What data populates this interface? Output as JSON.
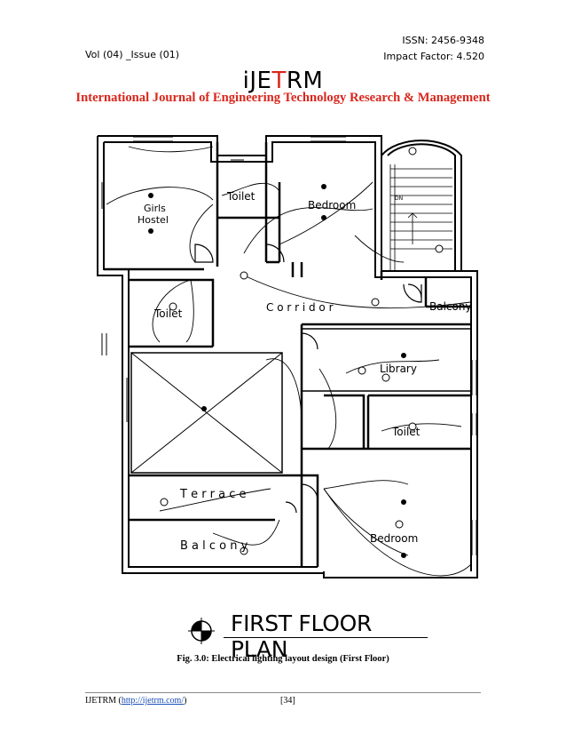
{
  "header": {
    "issn": "ISSN: 2456-9348",
    "impact": "Impact Factor: 4.520",
    "volume": "Vol (04) _Issue (01)"
  },
  "logo": {
    "part1": "iJE",
    "part2": "T",
    "part3": "RM"
  },
  "journal_title": "International Journal of Engineering Technology Research & Management",
  "plan": {
    "rooms": {
      "girls_hostel_1": "Girls",
      "girls_hostel_2": "Hostel",
      "toilet_top": "Toilet",
      "bedroom_top": "Bedroom",
      "toilet_left": "Toilet",
      "corridor": "C o r r i d o r",
      "balcony_right": "Balcony",
      "library": "Library",
      "toilet_right": "Toilet",
      "terrace": "T e r r a c e",
      "balcony_bottom": "B a l c o n y",
      "bedroom_bottom": "Bedroom",
      "stairs": "DN"
    }
  },
  "plan_title": "FIRST FLOOR PLAN",
  "caption": "Fig. 3.0: Electrical lighting layout design (First Floor)",
  "footer": {
    "prefix": "IJETRM (",
    "link": "http://ijetrm.com/",
    "suffix": ")",
    "page": "[34]"
  }
}
